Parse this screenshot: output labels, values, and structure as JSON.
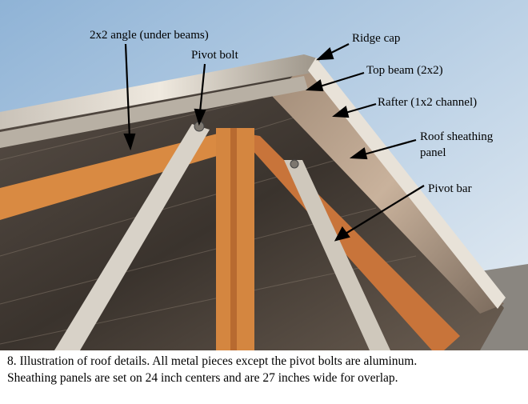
{
  "figure": {
    "labels": {
      "angle": "2x2 angle (under beams)",
      "pivot_bolt": "Pivot bolt",
      "ridge_cap": "Ridge cap",
      "top_beam": "Top beam (2x2)",
      "rafter": "Rafter (1x2 channel)",
      "sheathing_line1": "Roof sheathing",
      "sheathing_line2": "panel",
      "pivot_bar": "Pivot bar"
    },
    "caption": {
      "line1": "8. Illustration of roof details. All metal pieces except the pivot bolts are aluminum.",
      "line2": "Sheathing panels are set on 24 inch centers and are 27 inches wide for overlap."
    }
  }
}
